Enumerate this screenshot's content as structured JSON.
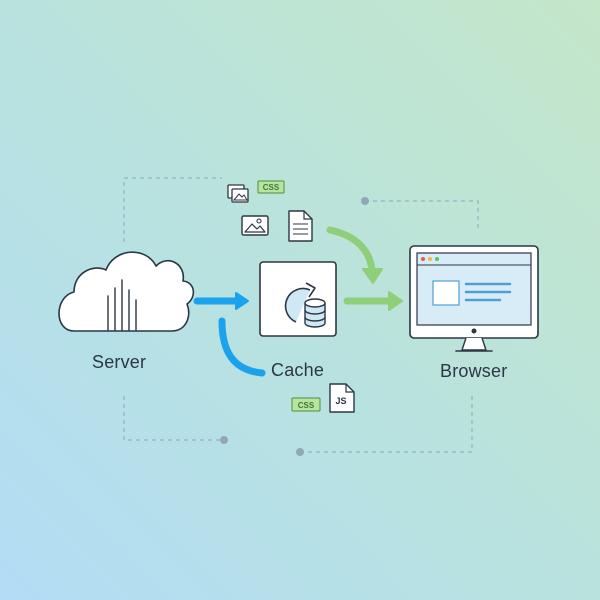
{
  "nodes": {
    "server": "Server",
    "cache": "Cache",
    "browser": "Browser"
  },
  "assets": {
    "top_badge": "CSS",
    "bottom_badge": "CSS",
    "bottom_file": "JS"
  },
  "colors": {
    "blue_arrow": "#1aa3ec",
    "green_arrow": "#8fcf7a",
    "outline": "#2c3645",
    "badge_fill": "#b9e3a0",
    "screen_fill": "#d8ecf8"
  }
}
